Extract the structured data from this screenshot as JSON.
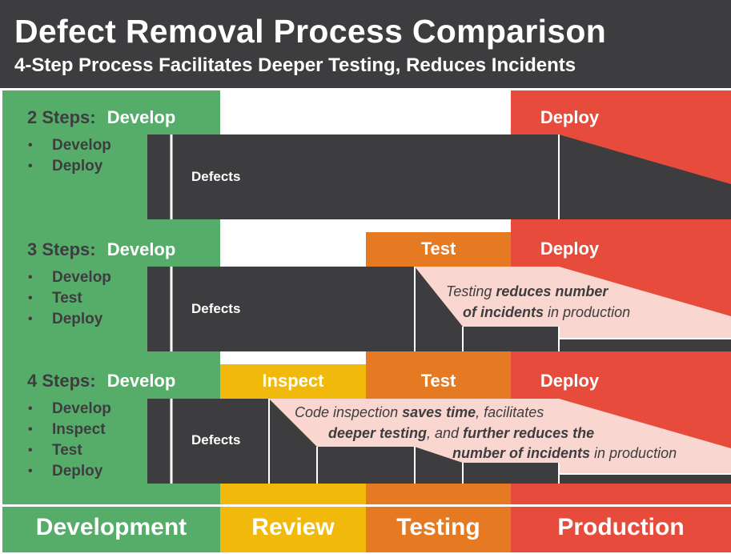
{
  "header": {
    "title": "Defect Removal Process Comparison",
    "subtitle": "4-Step Process Facilitates Deeper Testing, Reduces Incidents"
  },
  "colors": {
    "development": "#56ad6a",
    "review": "#f0b90b",
    "testing": "#e57a22",
    "production": "#e64b3b",
    "dark": "#3d3d3f"
  },
  "rows": [
    {
      "steps_label": "2 Steps:",
      "develop_label": "Develop",
      "bullets": [
        "Develop",
        "Deploy"
      ],
      "phase_labels": {
        "deploy": "Deploy"
      },
      "defects_label": "Defects"
    },
    {
      "steps_label": "3 Steps:",
      "develop_label": "Develop",
      "bullets": [
        "Develop",
        "Test",
        "Deploy"
      ],
      "phase_labels": {
        "test": "Test",
        "deploy": "Deploy"
      },
      "defects_label": "Defects",
      "note": {
        "line1_a": "Testing ",
        "line1_b": "reduces number",
        "line2_a": "of incidents",
        "line2_b": " in production"
      }
    },
    {
      "steps_label": "4 Steps:",
      "develop_label": "Develop",
      "bullets": [
        "Develop",
        "Inspect",
        "Test",
        "Deploy"
      ],
      "phase_labels": {
        "inspect": "Inspect",
        "test": "Test",
        "deploy": "Deploy"
      },
      "defects_label": "Defects",
      "note": {
        "line1_a": "Code inspection ",
        "line1_b": "saves time",
        "line1_c": ", facilitates",
        "line2_a": "deeper testing",
        "line2_b": ", and ",
        "line2_c": "further reduces the",
        "line3_a": "number of incidents",
        "line3_b": " in production"
      }
    }
  ],
  "bottom": {
    "development": "Development",
    "review": "Review",
    "testing": "Testing",
    "production": "Production"
  }
}
